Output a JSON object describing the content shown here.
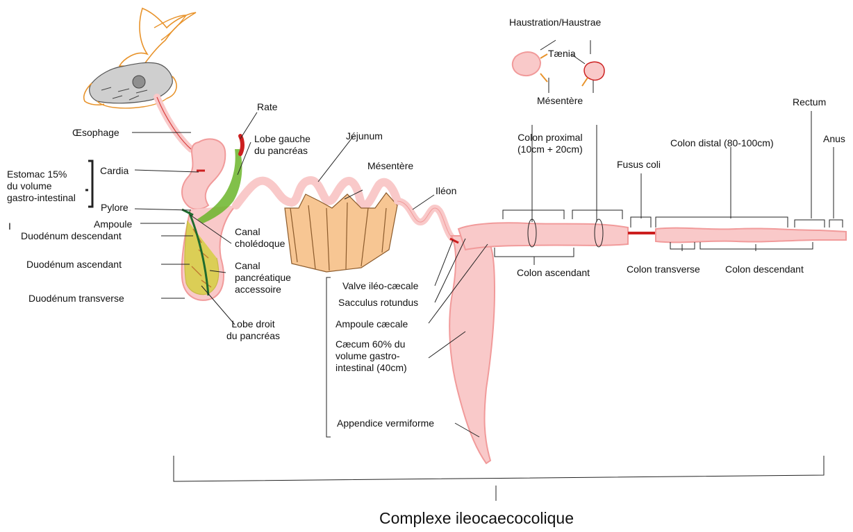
{
  "labels": {
    "oesophage": "Œsophage",
    "estomac": "Estomac 15%\ndu volume\ngastro-intestinal",
    "cardia": "Cardia",
    "pylore": "Pylore",
    "ampoule": "Ampoule",
    "marker_i": "I",
    "duodenum_descendant": "Duodénum descendant",
    "duodenum_ascendant": "Duodénum ascendant",
    "duodenum_transverse": "Duodénum transverse",
    "rate": "Rate",
    "lobe_gauche": "Lobe gauche\ndu pancréas",
    "canal_choledoque": "Canal\ncholédoque",
    "canal_pancreatique": "Canal\npancréatique\naccessoire",
    "lobe_droit": "Lobe droit\ndu pancréas",
    "jejunum": "Jéjunum",
    "mesentere_jej": "Mésentère",
    "ileon": "Iléon",
    "valve": "Valve iléo-cæcale",
    "sacculus": "Sacculus rotundus",
    "ampoule_caecale": "Ampoule cæcale",
    "caecum": "Cæcum 60% du\nvolume gastro-\nintestinal (40cm)",
    "appendice": "Appendice vermiforme",
    "haustration": "Haustration/Haustrae",
    "taenia": "Tænia",
    "mesentere_colon": "Mésentère",
    "colon_proximal": "Colon proximal\n(10cm + 20cm)",
    "fusus_coli": "Fusus coli",
    "colon_distal": "Colon distal (80-100cm)",
    "rectum": "Rectum",
    "anus": "Anus",
    "colon_ascendant": "Colon ascendant",
    "colon_transverse": "Colon transverse",
    "colon_descendant": "Colon descendant",
    "complexe": "Complexe ileocaecocolique"
  },
  "colors": {
    "gut_fill": "#f9c9c9",
    "gut_edge": "#f19a9a",
    "red_vessel": "#cc1f1f",
    "pancreas_green": "#6bb52a",
    "duct_green": "#1f6b2e",
    "mesentery_orange": "#f7c693",
    "mesentery_brown": "#8b5a2b",
    "skull_outline": "#e8932b",
    "skull_gray": "#b9b9b9",
    "line": "#222222"
  }
}
